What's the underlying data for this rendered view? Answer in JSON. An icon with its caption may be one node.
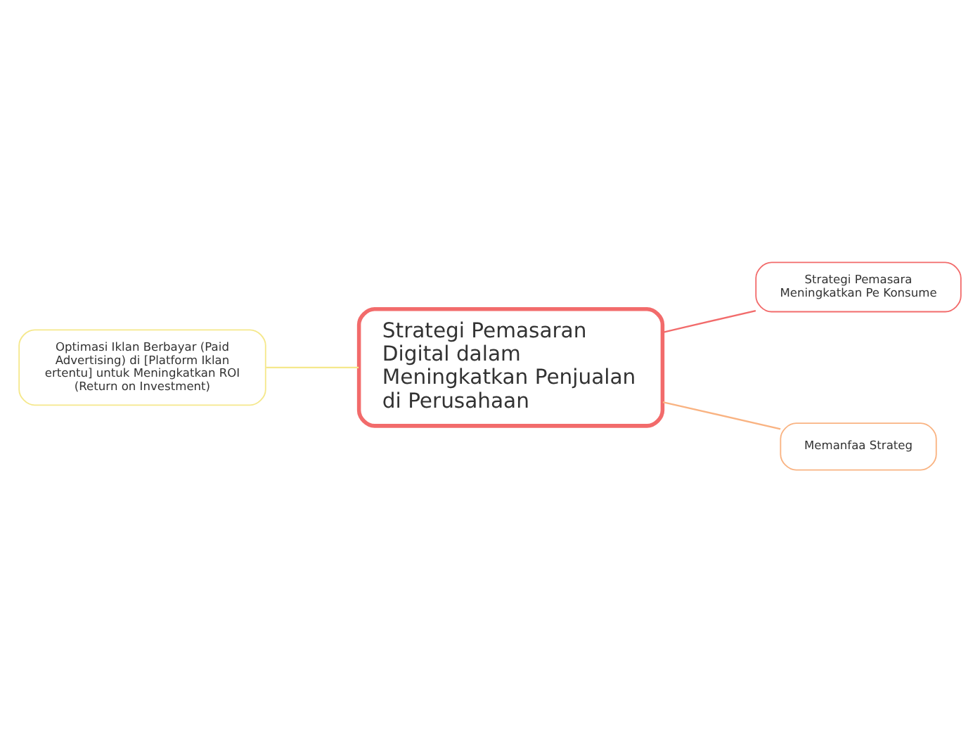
{
  "diagram": {
    "nodes": [
      {
        "text": [
          "Strategi Pemasaran Digital dalam Meningkatkan Penjualan di Perusahaan"
        ]
      },
      {
        "text": [
          "Strategi Pemasara Meningkatkan Pe Konsume"
        ]
      },
      {
        "text": [
          "Optimasi Iklan Berbayar (Paid Advertising) di [Platform Iklan ertentu] untuk Meningkatkan ROI (Return on Investment)"
        ]
      },
      {
        "text": [
          "Memanfaa Strateg"
        ]
      }
    ],
    "edges": [
      {
        "from": 0,
        "to": 1,
        "arrow": "none",
        "color": "#f26b6b"
      },
      {
        "from": 0,
        "to": 2,
        "arrow": "none",
        "color": "#f5e88c"
      },
      {
        "from": 0,
        "to": 3,
        "arrow": "none",
        "color": "#f9b382"
      }
    ]
  }
}
